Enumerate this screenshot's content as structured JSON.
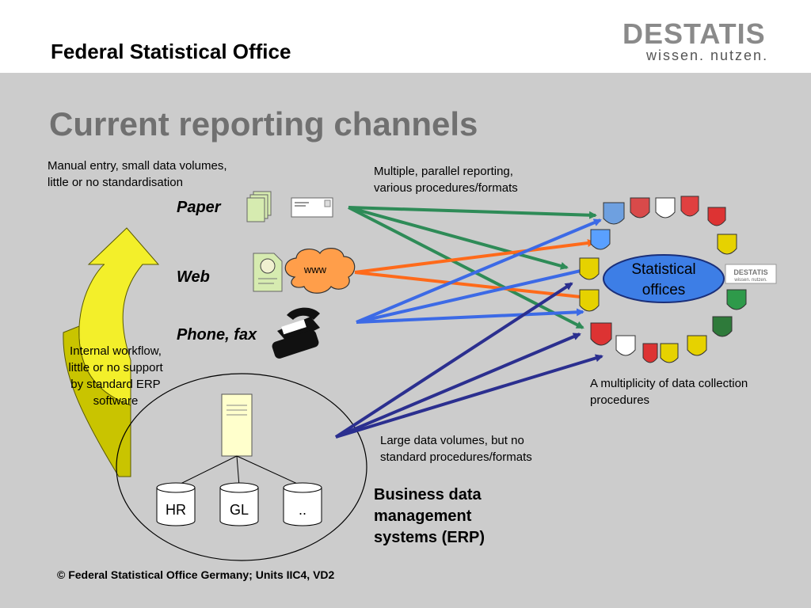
{
  "header": {
    "org_title": "Federal Statistical Office",
    "logo_word": "DESTATIS",
    "logo_tagline": "wissen. nutzen."
  },
  "slide": {
    "title": "Current reporting channels",
    "notes": {
      "manual_entry": "Manual entry, small data volumes,\nlittle or no standardisation",
      "multiple_parallel": "Multiple, parallel reporting,\nvarious procedures/formats",
      "internal_workflow": "Internal workflow,\nlittle or no support\nby standard ERP\nsoftware",
      "multiplicity": "A multiplicity of data collection\nprocedures",
      "large_volumes": "Large data volumes, but no\nstandard procedures/formats"
    },
    "channels": {
      "paper": "Paper",
      "web": "Web",
      "phone_fax": "Phone, fax"
    },
    "www_label": "www",
    "statistical_offices": "Statistical\noffices",
    "erp_label": "Business data\nmanagement\nsystems (ERP)",
    "databases": [
      "HR",
      "GL",
      ".."
    ],
    "footer": "© Federal Statistical Office Germany; Units IIC4, VD2"
  },
  "colors": {
    "paper_arrows": "#2e8b57",
    "web_arrows": "#ff6a1a",
    "phone_arrows": "#3c6ae6",
    "erp_arrows": "#2b2f8f",
    "offices_fill": "#3d7ee6",
    "workflow_arrow": "#f3ef2a",
    "background": "#cccccc"
  }
}
